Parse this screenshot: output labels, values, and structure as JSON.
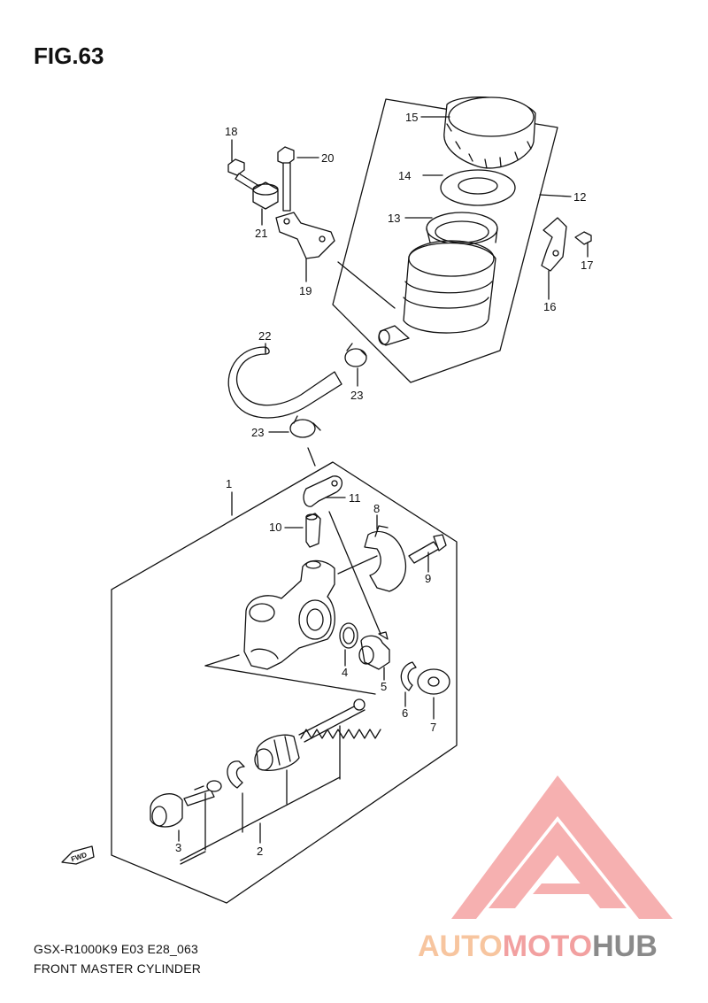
{
  "figure": {
    "title": "FIG.63"
  },
  "callouts": [
    {
      "id": "1",
      "label": "1"
    },
    {
      "id": "2",
      "label": "2"
    },
    {
      "id": "3",
      "label": "3"
    },
    {
      "id": "4",
      "label": "4"
    },
    {
      "id": "5",
      "label": "5"
    },
    {
      "id": "6",
      "label": "6"
    },
    {
      "id": "7",
      "label": "7"
    },
    {
      "id": "8",
      "label": "8"
    },
    {
      "id": "9",
      "label": "9"
    },
    {
      "id": "10",
      "label": "10"
    },
    {
      "id": "11",
      "label": "11"
    },
    {
      "id": "12",
      "label": "12"
    },
    {
      "id": "13",
      "label": "13"
    },
    {
      "id": "14",
      "label": "14"
    },
    {
      "id": "15",
      "label": "15"
    },
    {
      "id": "16",
      "label": "16"
    },
    {
      "id": "17",
      "label": "17"
    },
    {
      "id": "18",
      "label": "18"
    },
    {
      "id": "19",
      "label": "19"
    },
    {
      "id": "20",
      "label": "20"
    },
    {
      "id": "21",
      "label": "21"
    },
    {
      "id": "22",
      "label": "22"
    },
    {
      "id": "23a",
      "label": "23"
    },
    {
      "id": "23b",
      "label": "23"
    }
  ],
  "fwd_marker": "FWD",
  "footer": {
    "code": "GSX-R1000K9 E03 E28_063",
    "name": "FRONT MASTER CYLINDER"
  },
  "watermark": {
    "part1": "AUTO",
    "part2": "MOTO",
    "part3": "HUB",
    "colors": {
      "auto": "#f7c59f",
      "moto": "#f2a0a0",
      "hub": "#8a8a8a",
      "triangle": "#f5a3a3"
    }
  }
}
